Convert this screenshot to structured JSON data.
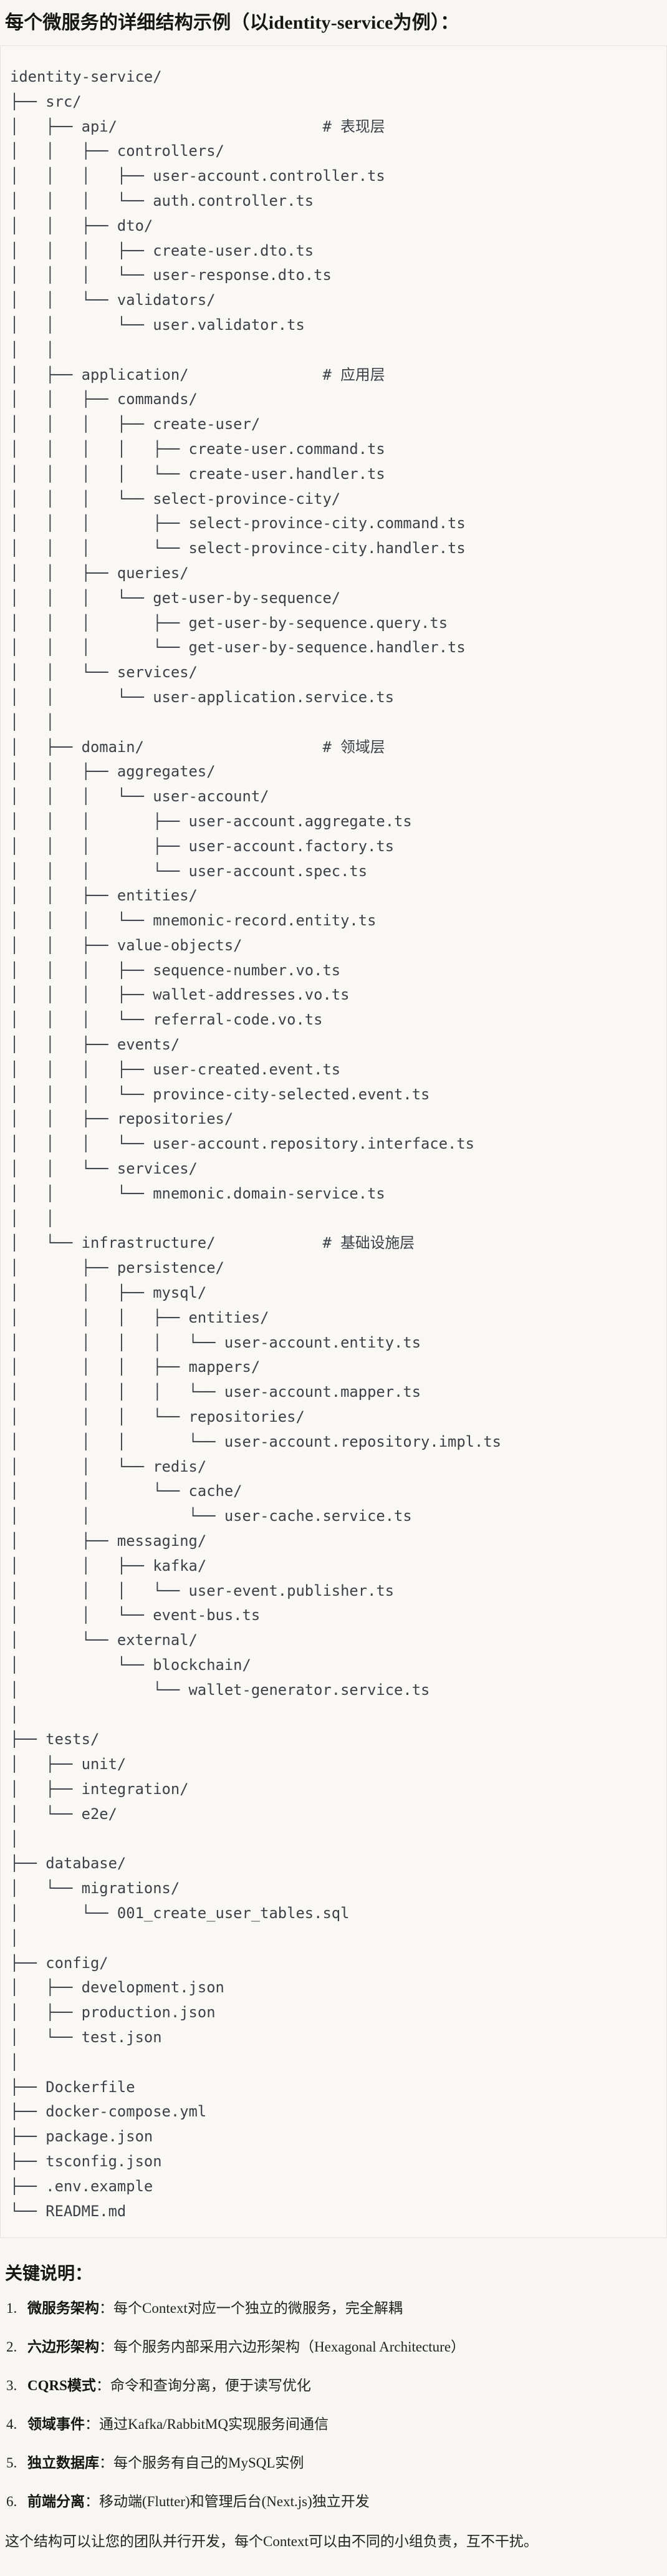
{
  "page": {
    "title": "每个微服务的详细结构示例（以identity-service为例）：",
    "tree": {
      "lines": [
        "identity-service/",
        "├── src/",
        "│   ├── api/                       # 表现层",
        "│   │   ├── controllers/",
        "│   │   │   ├── user-account.controller.ts",
        "│   │   │   └── auth.controller.ts",
        "│   │   ├── dto/",
        "│   │   │   ├── create-user.dto.ts",
        "│   │   │   └── user-response.dto.ts",
        "│   │   └── validators/",
        "│   │       └── user.validator.ts",
        "│   │",
        "│   ├── application/               # 应用层",
        "│   │   ├── commands/",
        "│   │   │   ├── create-user/",
        "│   │   │   │   ├── create-user.command.ts",
        "│   │   │   │   └── create-user.handler.ts",
        "│   │   │   └── select-province-city/",
        "│   │   │       ├── select-province-city.command.ts",
        "│   │   │       └── select-province-city.handler.ts",
        "│   │   ├── queries/",
        "│   │   │   └── get-user-by-sequence/",
        "│   │   │       ├── get-user-by-sequence.query.ts",
        "│   │   │       └── get-user-by-sequence.handler.ts",
        "│   │   └── services/",
        "│   │       └── user-application.service.ts",
        "│   │",
        "│   ├── domain/                    # 领域层",
        "│   │   ├── aggregates/",
        "│   │   │   └── user-account/",
        "│   │   │       ├── user-account.aggregate.ts",
        "│   │   │       ├── user-account.factory.ts",
        "│   │   │       └── user-account.spec.ts",
        "│   │   ├── entities/",
        "│   │   │   └── mnemonic-record.entity.ts",
        "│   │   ├── value-objects/",
        "│   │   │   ├── sequence-number.vo.ts",
        "│   │   │   ├── wallet-addresses.vo.ts",
        "│   │   │   └── referral-code.vo.ts",
        "│   │   ├── events/",
        "│   │   │   ├── user-created.event.ts",
        "│   │   │   └── province-city-selected.event.ts",
        "│   │   ├── repositories/",
        "│   │   │   └── user-account.repository.interface.ts",
        "│   │   └── services/",
        "│   │       └── mnemonic.domain-service.ts",
        "│   │",
        "│   └── infrastructure/            # 基础设施层",
        "│       ├── persistence/",
        "│       │   ├── mysql/",
        "│       │   │   ├── entities/",
        "│       │   │   │   └── user-account.entity.ts",
        "│       │   │   ├── mappers/",
        "│       │   │   │   └── user-account.mapper.ts",
        "│       │   │   └── repositories/",
        "│       │   │       └── user-account.repository.impl.ts",
        "│       │   └── redis/",
        "│       │       └── cache/",
        "│       │           └── user-cache.service.ts",
        "│       ├── messaging/",
        "│       │   ├── kafka/",
        "│       │   │   └── user-event.publisher.ts",
        "│       │   └── event-bus.ts",
        "│       └── external/",
        "│           └── blockchain/",
        "│               └── wallet-generator.service.ts",
        "│",
        "├── tests/",
        "│   ├── unit/",
        "│   ├── integration/",
        "│   └── e2e/",
        "│",
        "├── database/",
        "│   └── migrations/",
        "│       └── 001_create_user_tables.sql",
        "│",
        "├── config/",
        "│   ├── development.json",
        "│   ├── production.json",
        "│   └── test.json",
        "│",
        "├── Dockerfile",
        "├── docker-compose.yml",
        "├── package.json",
        "├── tsconfig.json",
        "├── .env.example",
        "└── README.md"
      ]
    },
    "notes": {
      "heading": "关键说明：",
      "items": [
        {
          "num": "1.",
          "term": "微服务架构",
          "desc": "：每个Context对应一个独立的微服务，完全解耦"
        },
        {
          "num": "2.",
          "term": "六边形架构",
          "desc": "：每个服务内部采用六边形架构（Hexagonal Architecture）"
        },
        {
          "num": "3.",
          "term": "CQRS模式",
          "desc": "：命令和查询分离，便于读写优化"
        },
        {
          "num": "4.",
          "term": "领域事件",
          "desc": "：通过Kafka/RabbitMQ实现服务间通信"
        },
        {
          "num": "5.",
          "term": "独立数据库",
          "desc": "：每个服务有自己的MySQL实例"
        },
        {
          "num": "6.",
          "term": "前端分离",
          "desc": "：移动端(Flutter)和管理后台(Next.js)独立开发"
        }
      ],
      "closing": "这个结构可以让您的团队并行开发，每个Context可以由不同的小组负责，互不干扰。"
    },
    "colors": {
      "background": "#f7f6f2",
      "code_background": "#f9f8f5",
      "code_border": "#e6e4df",
      "code_text": "#3c4147",
      "text": "#1d1d1b"
    }
  }
}
